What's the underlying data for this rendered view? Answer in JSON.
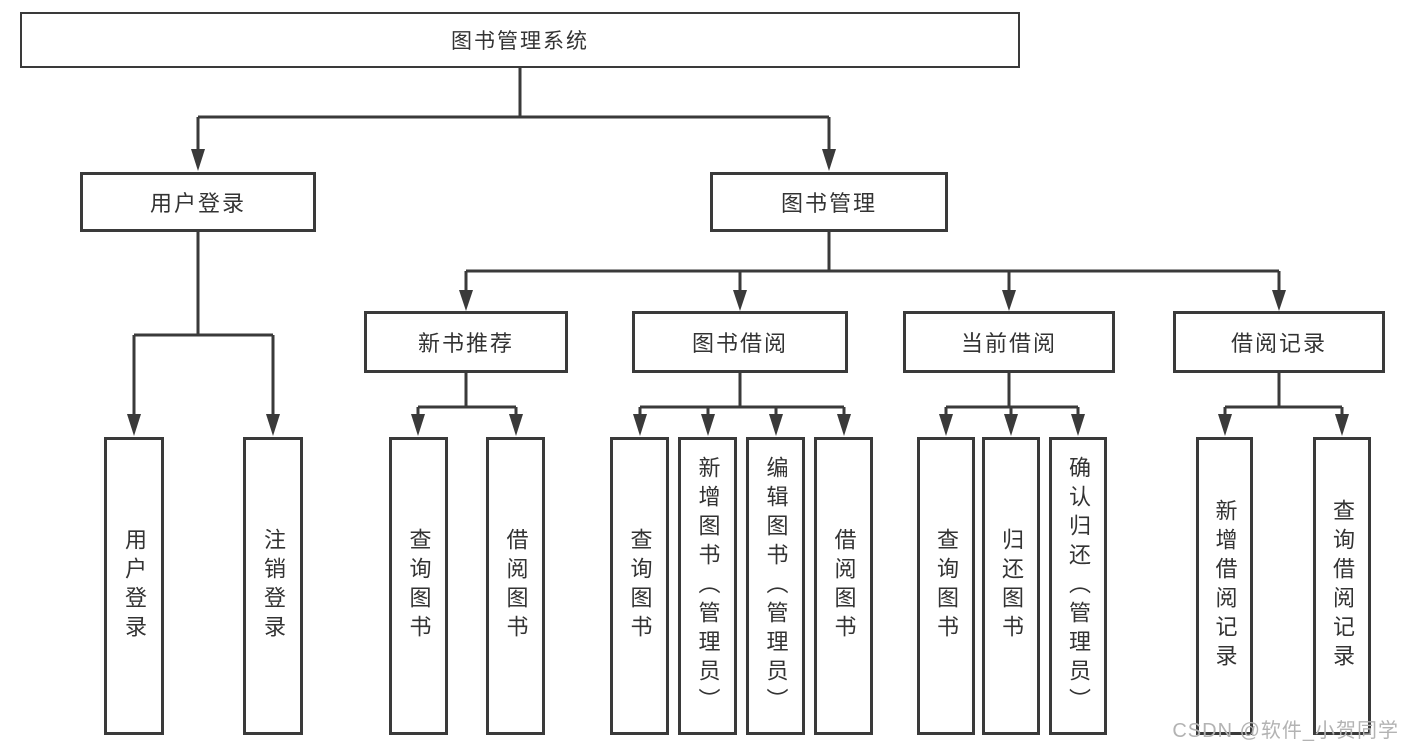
{
  "diagram": {
    "root": {
      "label": "图书管理系统"
    },
    "branches": [
      {
        "label": "用户登录",
        "children": [
          {
            "label": "用户登录"
          },
          {
            "label": "注销登录"
          }
        ]
      },
      {
        "label": "图书管理",
        "children": [
          {
            "label": "新书推荐",
            "children": [
              {
                "label": "查询图书"
              },
              {
                "label": "借阅图书"
              }
            ]
          },
          {
            "label": "图书借阅",
            "children": [
              {
                "label": "查询图书"
              },
              {
                "label": "新增图书（管理员）"
              },
              {
                "label": "编辑图书（管理员）"
              },
              {
                "label": "借阅图书"
              }
            ]
          },
          {
            "label": "当前借阅",
            "children": [
              {
                "label": "查询图书"
              },
              {
                "label": "归还图书"
              },
              {
                "label": "确认归还（管理员）"
              }
            ]
          },
          {
            "label": "借阅记录",
            "children": [
              {
                "label": "新增借阅记录"
              },
              {
                "label": "查询借阅记录"
              }
            ]
          }
        ]
      }
    ]
  },
  "watermark": {
    "text": "CSDN @软件_小贺同学"
  },
  "colors": {
    "line": "#3a3a3a",
    "text": "#333333",
    "box_background": "#ffffff",
    "page_background": "#ffffff",
    "watermark": "#b3b3b3"
  }
}
